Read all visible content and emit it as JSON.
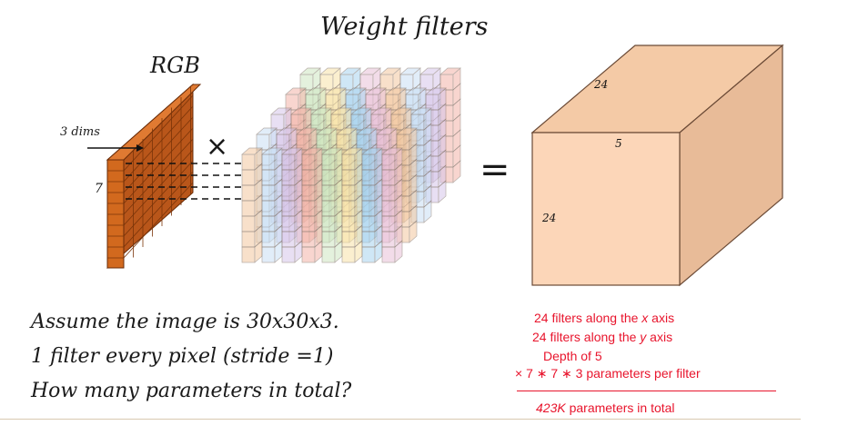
{
  "title": "Weight filters",
  "rgb_label": "RGB",
  "dims_label": "3 dims",
  "seven_left": "7",
  "seven_front": "7",
  "times_sign": "×",
  "equals_sign": "=",
  "cube": {
    "top_label": "24",
    "depth_label": "5",
    "side_label": "24",
    "colors": {
      "front": "#fcd6b8",
      "top": "#f4caa6",
      "side": "#e8bb98",
      "edge": "#6b4a36"
    }
  },
  "question": [
    "Assume the image is 30x30x3.",
    "1 filter every pixel (stride =1)",
    "How many parameters in total?"
  ],
  "calc": {
    "line1_pre": "24 filters along the ",
    "line1_var": "x",
    "line1_post": " axis",
    "line2_pre": "24 filters along the ",
    "line2_var": "y",
    "line2_post": " axis",
    "line3": "Depth of 5",
    "line4": "×  7 ∗ 7 ∗ 3 parameters per filter",
    "line5_var": "423K",
    "line5_post": " parameters in total",
    "color": "#e8142c"
  },
  "rgb_block_color": "#d2691e",
  "filter_colors": [
    "#f3c8a0",
    "#c9dff5",
    "#d6c6ea",
    "#f3b4a8",
    "#cfe7c2",
    "#f8e3a8",
    "#a9d4ef",
    "#e9c1d8"
  ]
}
